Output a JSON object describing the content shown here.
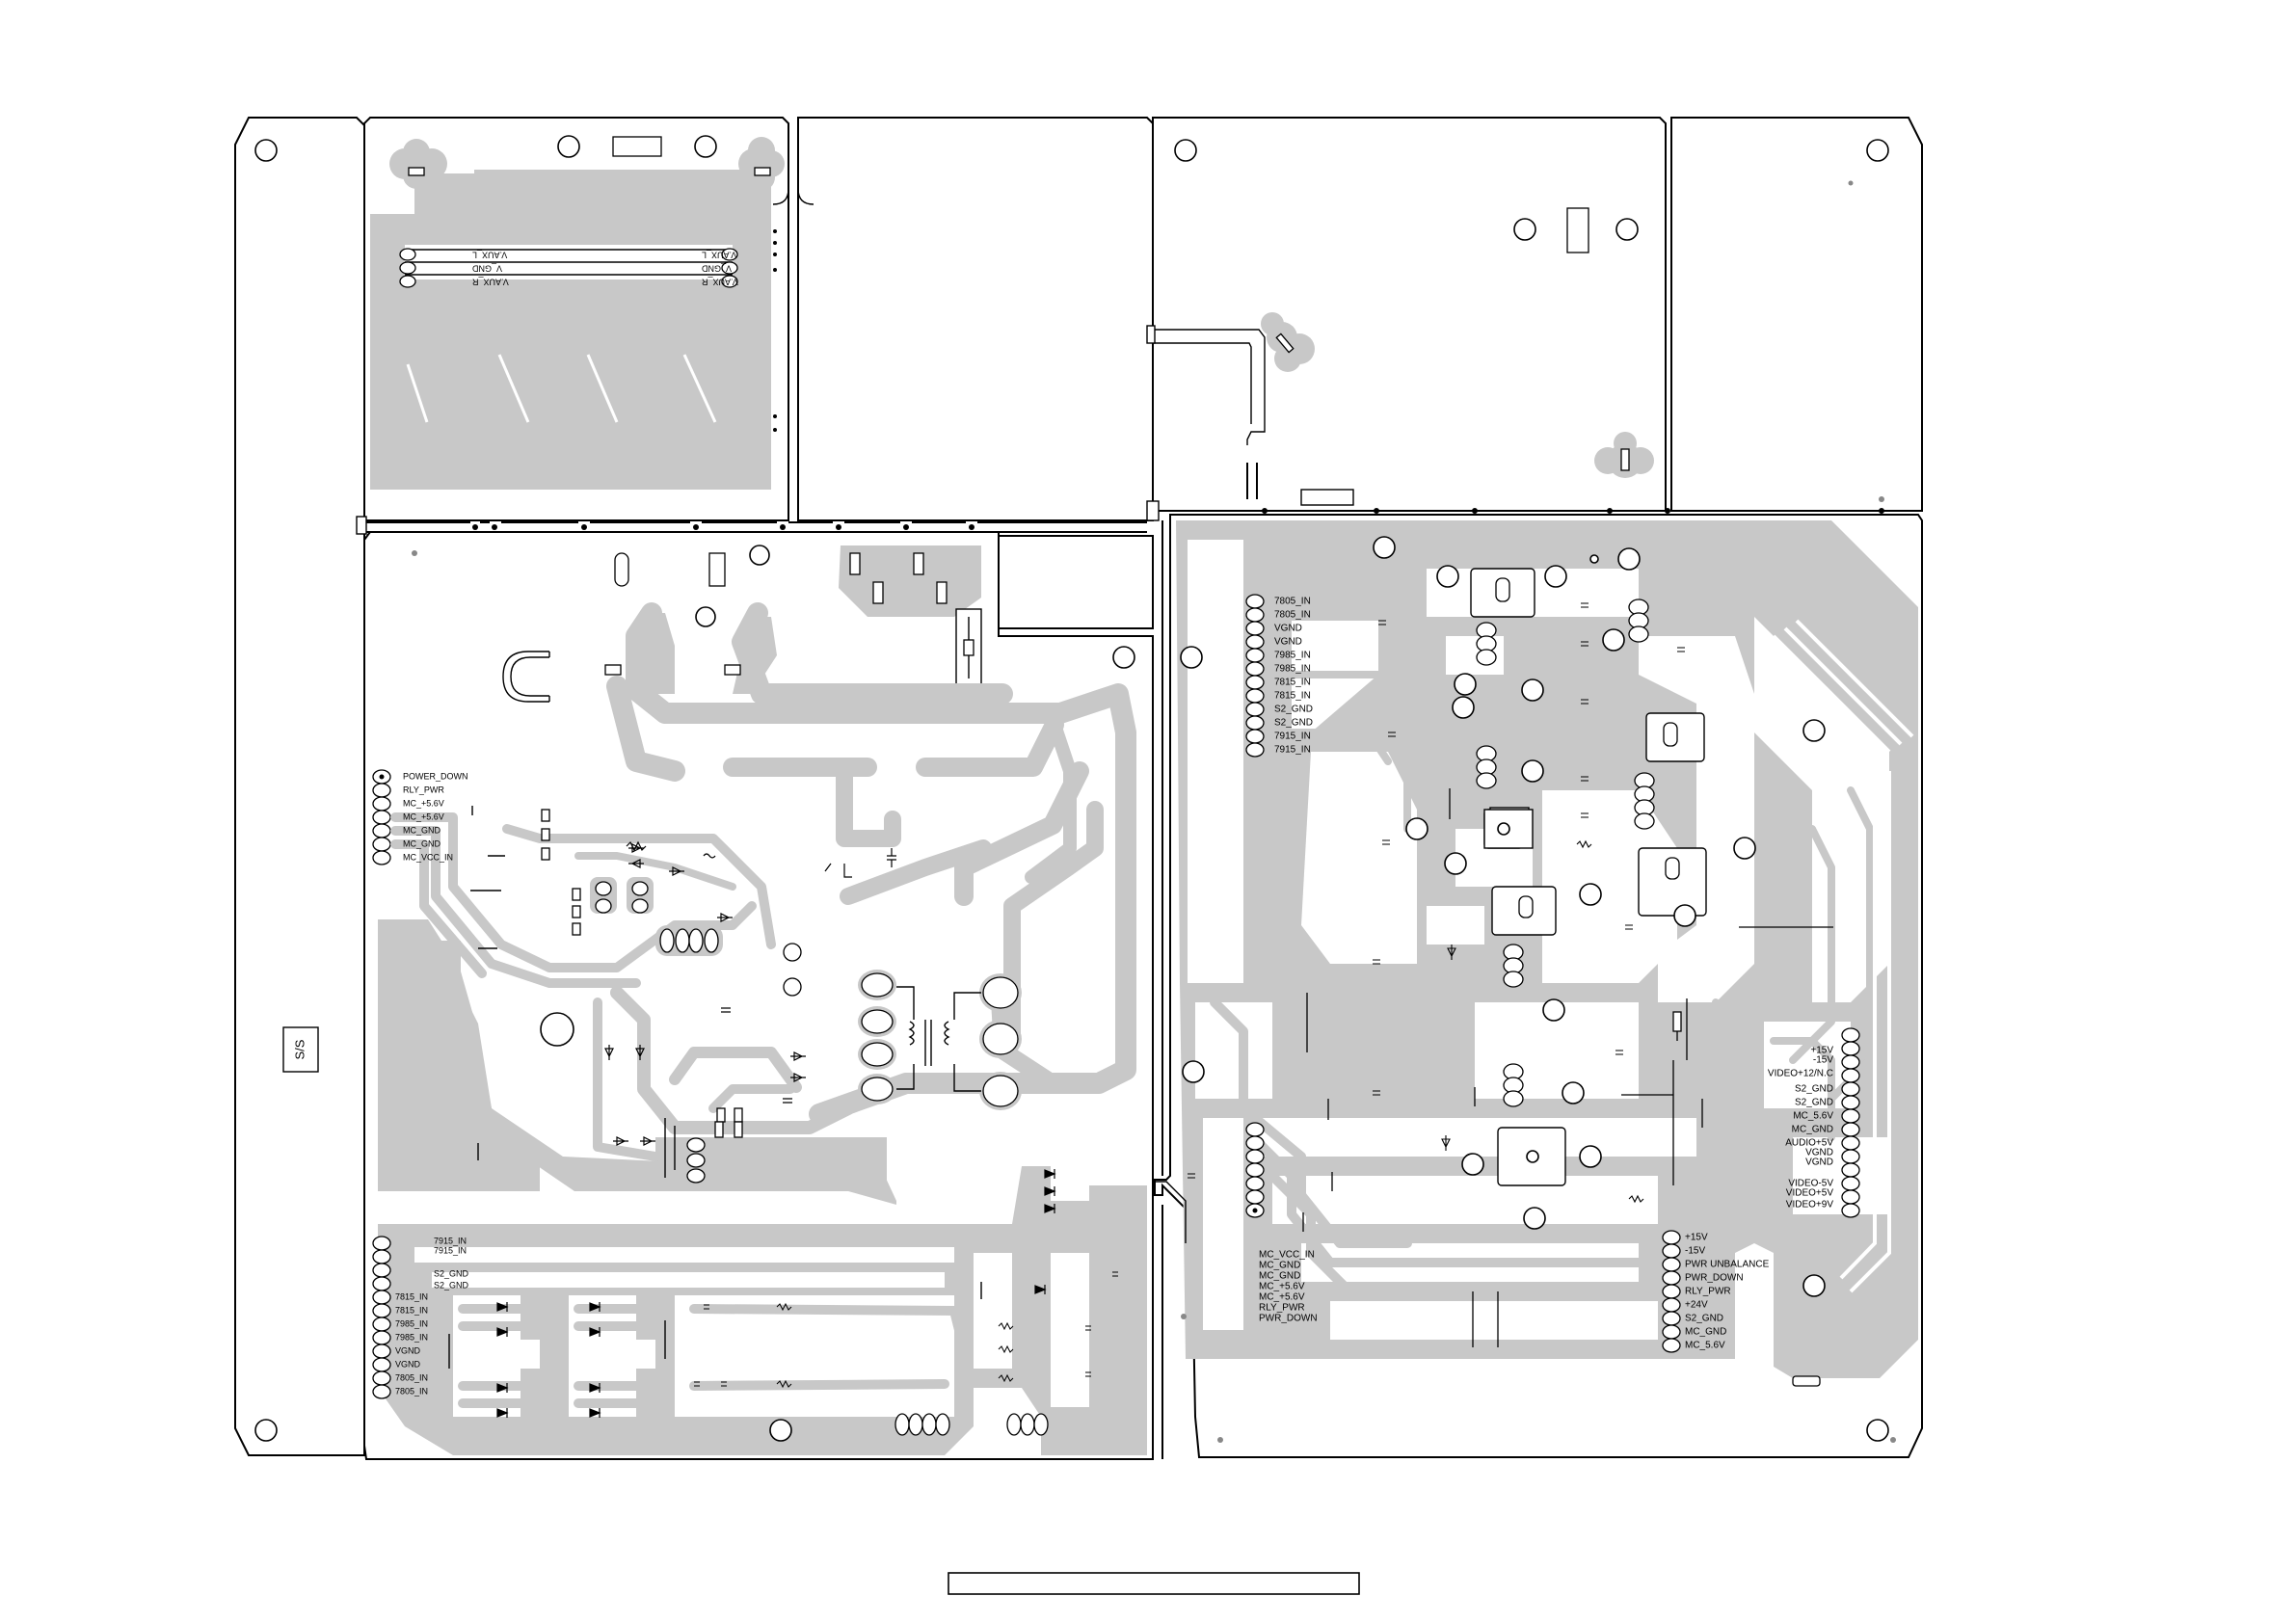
{
  "board": {
    "ss_mark": "S/S",
    "aux_top": {
      "left": [
        "V.AUX_L",
        "V_GND",
        "V.AUX_R"
      ],
      "right": [
        "V.AUX_L",
        "V_GND",
        "V.AUX_R"
      ]
    },
    "left_power_header": [
      "POWER_DOWN",
      "RLY_PWR",
      "MC_+5.6V",
      "MC_+5.6V",
      "MC_GND",
      "MC_GND",
      "MC_VCC_IN"
    ],
    "left_lower_header_top": [
      "7915_IN",
      "7915_IN",
      "S2_GND",
      "S2_GND"
    ],
    "left_lower_header": [
      "7815_IN",
      "7815_IN",
      "7985_IN",
      "7985_IN",
      "VGND",
      "VGND",
      "7805_IN",
      "7805_IN"
    ],
    "right_reg_header": [
      "7805_IN",
      "7805_IN",
      "VGND",
      "VGND",
      "7985_IN",
      "7985_IN",
      "7815_IN",
      "7815_IN",
      "S2_GND",
      "S2_GND",
      "7915_IN",
      "7915_IN"
    ],
    "right_mc_header": [
      "MC_VCC_IN",
      "MC_GND",
      "MC_GND",
      "MC_+5.6V",
      "MC_+5.6V",
      "RLY_PWR",
      "PWR_DOWN"
    ],
    "right_video_header": [
      "+15V",
      "-15V",
      "VIDEO+12/N.C",
      "S2_GND",
      "S2_GND",
      "MC_5.6V",
      "MC_GND",
      "AUDIO+5V",
      "VGND",
      "VGND",
      "VIDEO-5V",
      "VIDEO+5V",
      "VIDEO+9V"
    ],
    "right_pwr_header": [
      "+15V",
      "-15V",
      "PWR UNBALANCE",
      "PWR_DOWN",
      "RLY_PWR",
      "+24V",
      "S2_GND",
      "MC_GND",
      "MC_5.6V"
    ]
  },
  "title_block": ""
}
